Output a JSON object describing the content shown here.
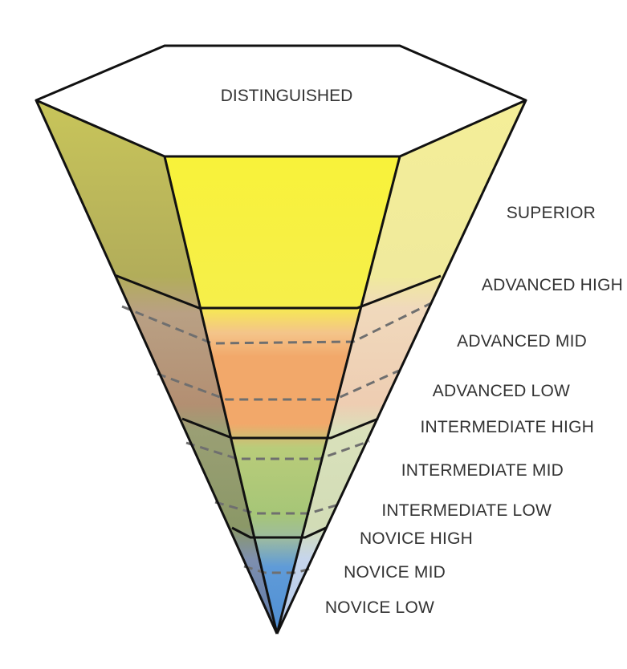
{
  "top_label": "DISTINGUISHED",
  "levels": [
    "SUPERIOR",
    "ADVANCED HIGH",
    "ADVANCED MID",
    "ADVANCED LOW",
    "INTERMEDIATE HIGH",
    "INTERMEDIATE MID",
    "INTERMEDIATE LOW",
    "NOVICE HIGH",
    "NOVICE MID",
    "NOVICE LOW"
  ],
  "colors": {
    "superior": "#f7f13a",
    "advanced": "#f2a86a",
    "intermediate": "#a9c77a",
    "novice": "#5f9bd8",
    "outline": "#111111",
    "label": "#333333"
  }
}
